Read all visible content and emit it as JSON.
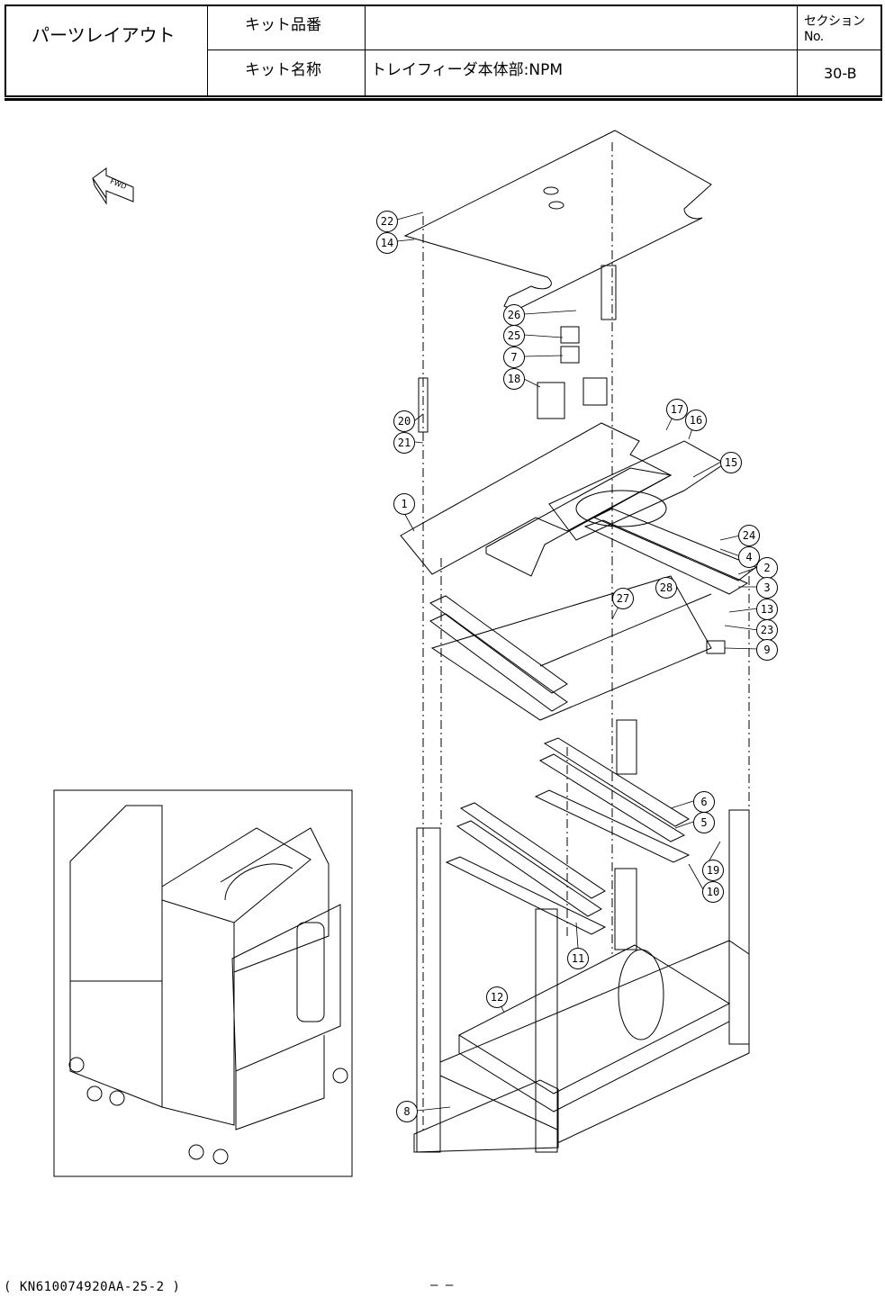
{
  "header": {
    "title": "パーツレイアウト",
    "kit_no_label": "キット品番",
    "kit_no_value": "",
    "kit_name_label": "キット名称",
    "kit_name_value": "トレイフィーダ本体部:NPM",
    "section_label": "セクションNo.",
    "section_value": "30-B"
  },
  "drawing": {
    "fwd_label": "FWD",
    "balloons": [
      "22",
      "14",
      "26",
      "25",
      "7",
      "18",
      "20",
      "21",
      "17",
      "16",
      "15",
      "1",
      "24",
      "4",
      "2",
      "3",
      "13",
      "23",
      "9",
      "28",
      "27",
      "6",
      "5",
      "19",
      "10",
      "11",
      "12",
      "8"
    ]
  },
  "footer": {
    "code": "( KN610074920AA-25-2 )",
    "page": "–    –"
  }
}
